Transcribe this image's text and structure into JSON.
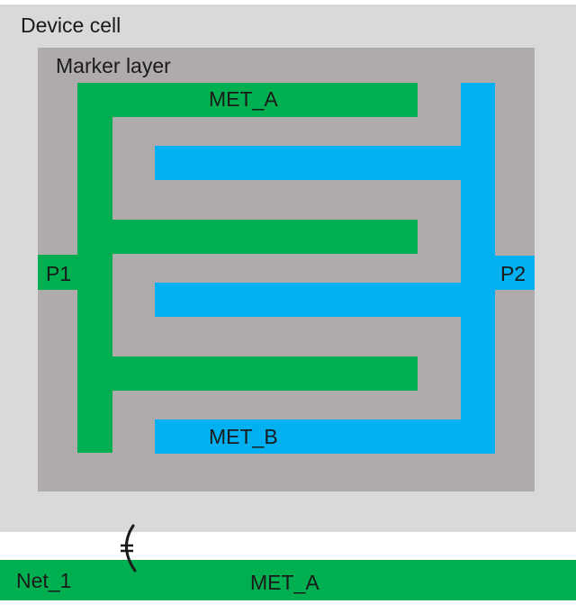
{
  "device_cell": {
    "label": "Device cell"
  },
  "marker_layer": {
    "label": "Marker layer"
  },
  "met_a": {
    "label": "MET_A",
    "color": "#00b050"
  },
  "met_b": {
    "label": "MET_B",
    "color": "#00b0f0"
  },
  "ports": {
    "p1": "P1",
    "p2": "P2"
  },
  "net": {
    "name": "Net_1",
    "layer_label": "MET_A"
  },
  "colors": {
    "device_cell": "#d9d9d9",
    "marker_layer": "#afabab",
    "met_a": "#00b050",
    "met_b": "#00b0f0"
  },
  "connection_symbol": {
    "icon": "arc-connector-icon"
  }
}
